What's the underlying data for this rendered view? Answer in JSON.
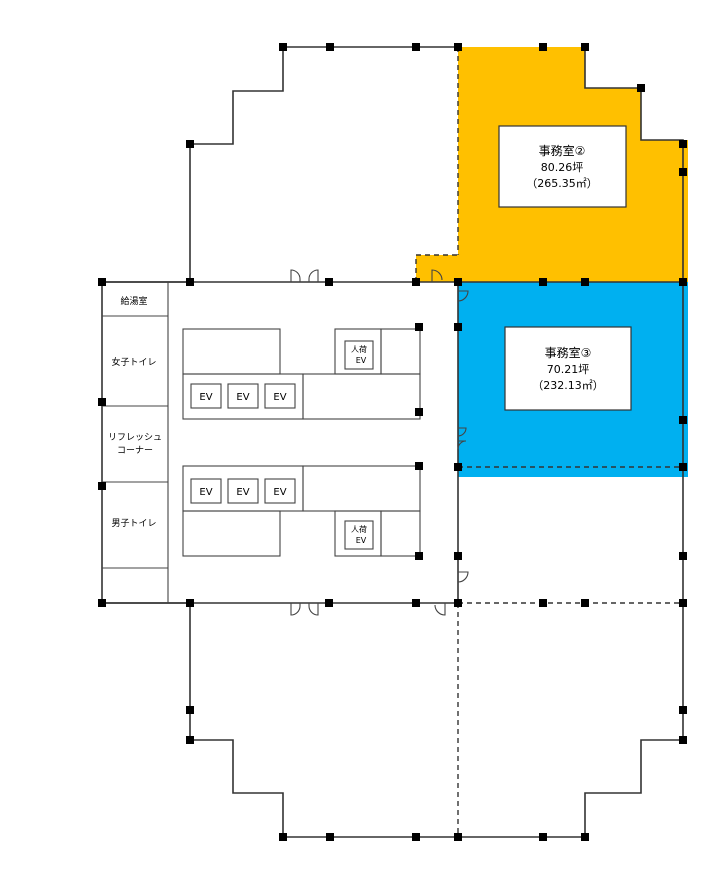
{
  "colors": {
    "office2_fill": "#FFC000",
    "office3_fill": "#00B0F0",
    "wall": "#333333",
    "column": "#000000"
  },
  "office_2": {
    "name": "事務室②",
    "tsubo": "80.26坪",
    "sqm": "（265.35㎡）"
  },
  "office_3": {
    "name": "事務室③",
    "tsubo": "70.21坪",
    "sqm": "（232.13㎡）"
  },
  "core_rooms": {
    "kitchenette": "給湯室",
    "womens_toilet": "女子トイレ",
    "refresh_line1": "リフレッシュ",
    "refresh_line2": "コーナー",
    "mens_toilet": "男子トイレ"
  },
  "elevators": {
    "ev_label": "EV",
    "service_ev_line1": "人荷",
    "service_ev_line2": "EV"
  }
}
